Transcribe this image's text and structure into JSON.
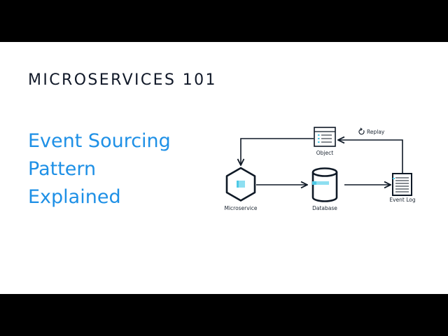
{
  "slide": {
    "series_title": "MICROSERVICES 101",
    "title_lines": [
      "Event Sourcing",
      "Pattern",
      "Explained"
    ]
  },
  "diagram": {
    "nodes": {
      "object": "Object",
      "microservice": "Microservice",
      "database": "Database",
      "event_log": "Event Log"
    },
    "replay_label": "Replay"
  },
  "colors": {
    "background_bars": "#000000",
    "slide": "#ffffff",
    "title": "#1e90e6",
    "series_title": "#101828",
    "accent_cyan": "#4dc9e6",
    "lines": "#0f1926"
  }
}
